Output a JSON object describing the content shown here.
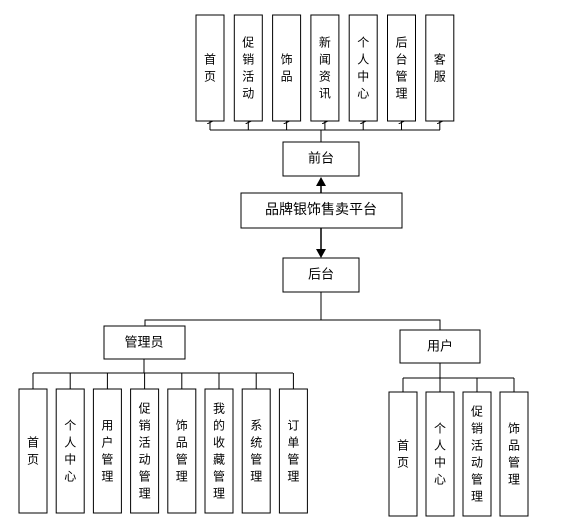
{
  "center": {
    "label": "品牌银饰售卖平台"
  },
  "front": {
    "label": "前台",
    "children": [
      "首页",
      "促销活动",
      "饰品",
      "新闻资讯",
      "个人中心",
      "后台管理",
      "客服"
    ]
  },
  "back": {
    "label": "后台"
  },
  "admin": {
    "label": "管理员",
    "children": [
      "首页",
      "个人中心",
      "用户管理",
      "促销活动管理",
      "饰品管理",
      "我的收藏管理",
      "系统管理",
      "订单管理"
    ]
  },
  "user": {
    "label": "用户",
    "children": [
      "首页",
      "个人中心",
      "促销活动管理",
      "饰品管理"
    ]
  }
}
